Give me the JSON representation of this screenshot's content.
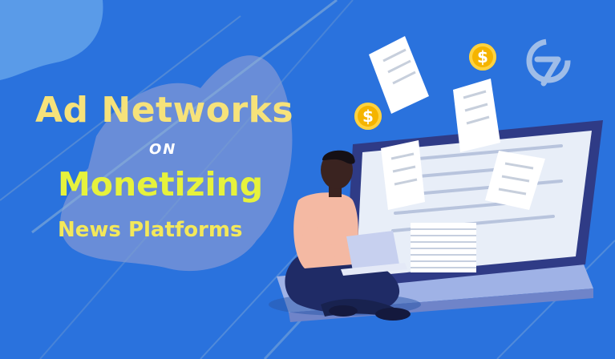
{
  "banner": {
    "title_line1": "Ad Networks",
    "title_connector": "ON",
    "title_line2": "Monetizing",
    "title_line3": "News Platforms",
    "coin_symbol": "$"
  },
  "colors": {
    "background": "#2a72dd",
    "title_line1": "#f6e27a",
    "title_line2": "#e6f23c",
    "title_line3": "#f3e85a",
    "coin": "#f5b400"
  },
  "icons": [
    "logo-icon",
    "coin-icon",
    "document-icon",
    "laptop-icon",
    "person-illustration"
  ]
}
